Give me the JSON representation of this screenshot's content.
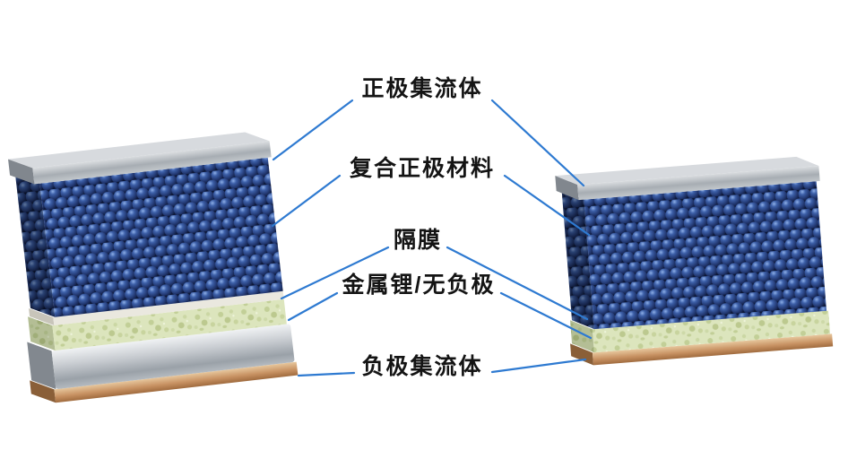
{
  "diagram": {
    "type": "battery-layer-structure",
    "labels": [
      {
        "id": "cathode-current-collector",
        "text": "正极集流体"
      },
      {
        "id": "composite-cathode-material",
        "text": "复合正极材料"
      },
      {
        "id": "separator",
        "text": "隔膜"
      },
      {
        "id": "lithium-metal-anode-free",
        "text": "金属锂/无负极"
      },
      {
        "id": "anode-current-collector",
        "text": "负极集流体"
      }
    ],
    "colors": {
      "leader_line": "#2e7ad1",
      "label_text": "#141414",
      "sphere_navy": "#1c2f63",
      "sphere_highlight": "#8fb0e8",
      "foam_green": "#dce5bd",
      "foam_pore": "#bcc98f",
      "copper_plate": "#c08f5f",
      "metal_gray": "#b6bac0",
      "cap_gray": "#a7adb3",
      "background": "#ffffff"
    }
  }
}
